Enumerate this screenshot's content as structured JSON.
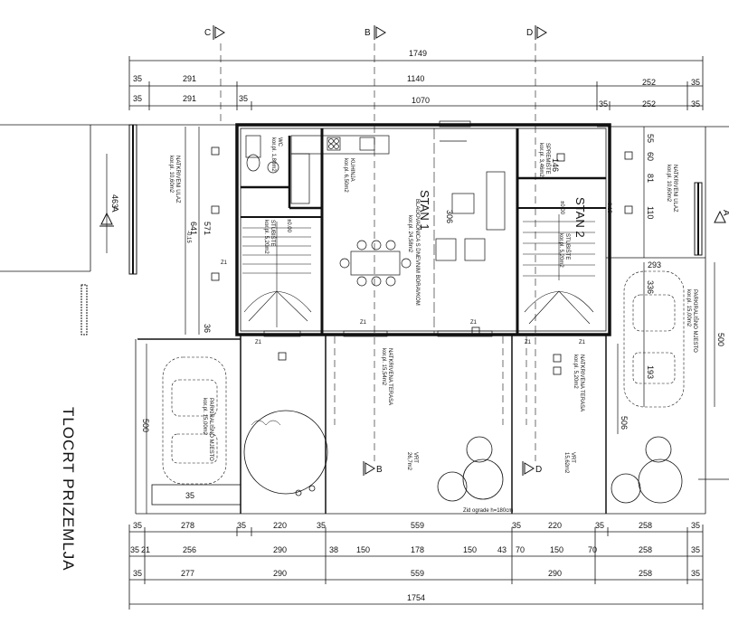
{
  "title": "TLOCRT PRIZEMLJA",
  "sections": {
    "c": "C",
    "b": "B",
    "d": "D",
    "a": "A"
  },
  "top_dims": {
    "row1": [
      "1749"
    ],
    "row2": [
      "35",
      "291",
      "1140",
      "252",
      "35"
    ],
    "row3": [
      "35",
      "291",
      "35",
      "1070",
      "35",
      "252",
      "35"
    ]
  },
  "bottom_dims": {
    "row1": [
      "35",
      "278",
      "35",
      "220",
      "35",
      "559",
      "35",
      "220",
      "35",
      "258",
      "35"
    ],
    "row2": [
      "35",
      "21",
      "256",
      "290",
      "38",
      "150",
      "178",
      "150",
      "43",
      "70",
      "150",
      "70",
      "258",
      "35"
    ],
    "row3": [
      "35",
      "277",
      "290",
      "559",
      "290",
      "258",
      "35"
    ],
    "row4": [
      "1754"
    ]
  },
  "side_dims": {
    "left": [
      "463",
      "641",
      "571",
      "36",
      "500",
      "35"
    ],
    "right": [
      "55",
      "60",
      "81",
      "110",
      "293",
      "336",
      "193",
      "500",
      "506"
    ],
    "inner": [
      "146",
      "306"
    ]
  },
  "rooms": {
    "stan1": "STAN 1",
    "stan2": "STAN 2",
    "kuhinja": "KUHINJA",
    "kuhinja_area": "kor.pl. 6,50m2",
    "dnevni": "BLAGOVAONICA S DNEVNIM BORAVKOM",
    "dnevni_area": "kor.pl. 24,58m2",
    "wc": "WC",
    "wc_area": "kor.pl. 1,80m2",
    "stubiste": "STUBIŠTE",
    "stubiste1_area": "kor.pl. 5,20m2",
    "stubiste2_area": "kor.pl. 5,20m2",
    "spremiste": "SPREMIŠTE",
    "spremiste_area": "kor.pl. 3,46m2",
    "ulaz_l": "NATKRIVENI ULAZ",
    "ulaz_l_area": "kor.pl. 10,60m2",
    "ulaz_r": "NATKRIVENI ULAZ",
    "ulaz_r_area": "kor.pl. 10,60m2",
    "terasa1": "NATKRIVENA TERASA",
    "terasa1_area": "kor.pl. 15,54m2",
    "terasa2": "NATKRIVENA TERASA",
    "terasa2_area": "kor.pl. 5,20m2",
    "vrt1": "VRT",
    "vrt1_area": "26,7m2",
    "vrt2": "VRT",
    "vrt2_area": "15,62m2",
    "parking1": "PARKIRALIŠNO MJESTO",
    "parking1_area": "kor.pl. 15,00m2",
    "parking2": "PARKIRALIŠNO MJESTO",
    "parking2_area": "kor.pl. 15,00m2",
    "ograda": "Zid ograde h=180cm",
    "level1": "±0.00",
    "level2": "-0.15",
    "level3": "±0.00",
    "level4": "-0.15",
    "mark1": "Z1",
    "mark2": "Z1",
    "mark3": "Z1",
    "mark4": "Z1",
    "mark5": "Z1",
    "mark6": "Z1"
  }
}
